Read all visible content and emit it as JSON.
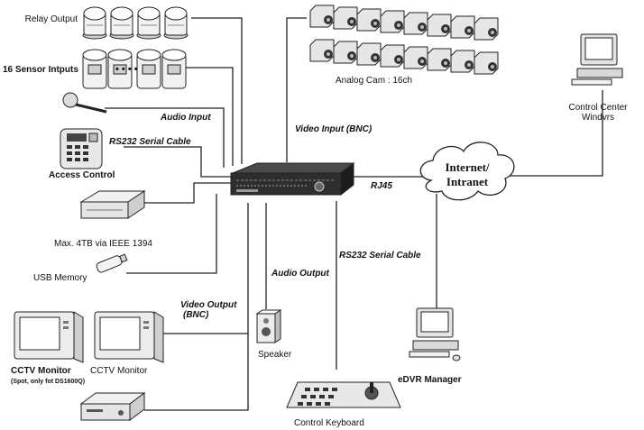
{
  "labels": {
    "relay_output": "Relay Output",
    "sensor_inputs": "16 Sensor Intputs",
    "sensor_ellipsis": "• • • •",
    "audio_input": "Audio Input",
    "rs232_left": "RS232 Serial Cable",
    "access_control": "Access Control",
    "ieee1394": "Max. 4TB via IEEE 1394",
    "usb_memory": "USB Memory",
    "analog_cam": "Analog Cam : 16ch",
    "video_input": "Video Input (BNC)",
    "rj45": "RJ45",
    "internet_line1": "Internet/",
    "internet_line2": "Intranet",
    "control_center_line1": "Control Center",
    "control_center_line2": "Windvrs",
    "video_output_line1": "Video Output",
    "video_output_line2": "(BNC)",
    "audio_output": "Audio Output",
    "rs232_right": "RS232 Serial Cable",
    "speaker": "Speaker",
    "cctv_monitor_spot": "CCTV Monitor",
    "cctv_monitor_spot_note": "(Spot, only fot DS1600Q)",
    "cctv_monitor": "CCTV Monitor",
    "edvr_manager": "eDVR Manager",
    "control_keyboard": "Control Keyboard"
  },
  "colors": {
    "line": "#222222",
    "device_fill": "#e6e6e6",
    "device_dark": "#2b2b2b"
  }
}
